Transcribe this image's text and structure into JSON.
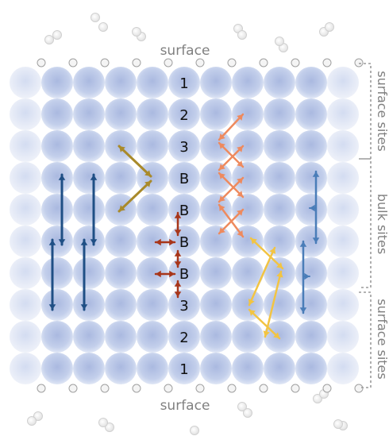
{
  "labels": {
    "surface_top": "surface",
    "surface_bottom": "surface",
    "site_top_surface": "surface sites",
    "site_bulk": "bulk sites",
    "site_bottom_surface": "surface sites"
  },
  "layers": [
    "1",
    "2",
    "3",
    "B",
    "B",
    "B",
    "B",
    "3",
    "2",
    "1"
  ],
  "colors": {
    "sphere_center": "#b9c6e6",
    "sphere_edge": "#e7ecf8",
    "navy_arrow": "#1f4f85",
    "blue_arrow": "#4a7db8",
    "gold_arrow": "#a98a2a",
    "orange_arrow": "#ee8a5e",
    "red_arrow": "#a8361a",
    "yellow_arrow": "#f2c443",
    "text_gray": "#808080",
    "bracket_gray": "#9a9a9a"
  }
}
